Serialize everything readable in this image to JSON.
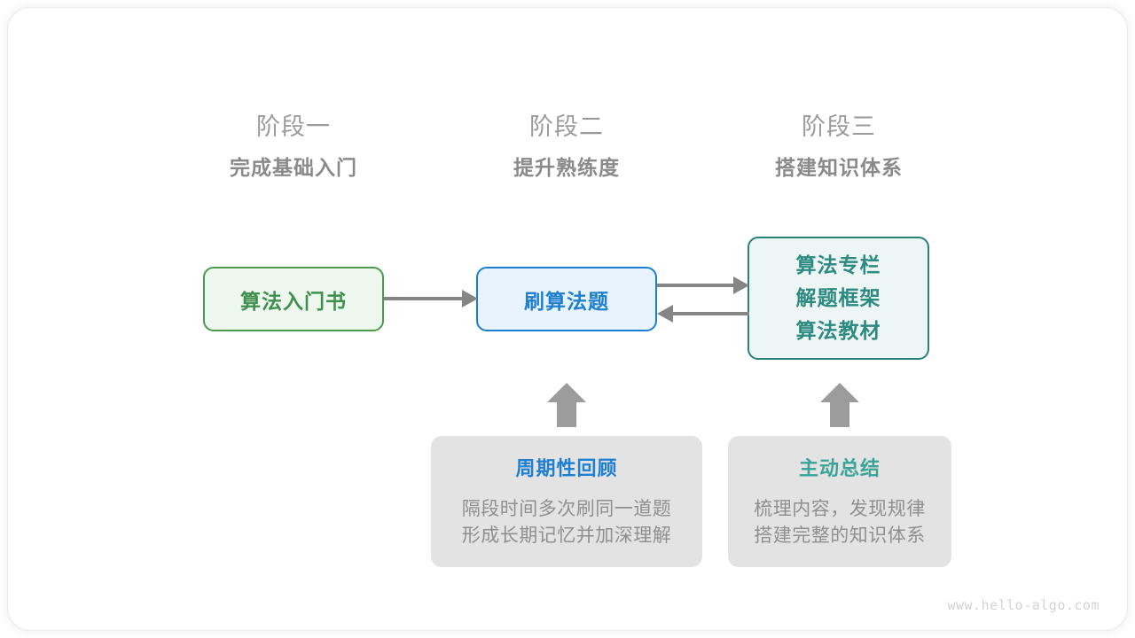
{
  "colors": {
    "green": "#3f8f4f",
    "green_border": "#4c9a4c",
    "green_bg": "#eef7ee",
    "blue": "#1f7fd0",
    "blue_border": "#1a7fd4",
    "blue_bg": "#e8f3fd",
    "teal": "#2d8a80",
    "teal_border": "#2a8179",
    "teal_bg": "#edf6f4",
    "teal_title": "#3aa597",
    "gray_arrow": "#858585",
    "gray_box_bg": "#e3e3e3",
    "gray_text": "#8f8f8f",
    "stage_num": "#9b9b9b",
    "stage_title": "#8a8a8a",
    "watermark": "#d2d2d2"
  },
  "stages": [
    {
      "num": "阶段一",
      "title": "完成基础入门"
    },
    {
      "num": "阶段二",
      "title": "提升熟练度"
    },
    {
      "num": "阶段三",
      "title": "搭建知识体系"
    }
  ],
  "flow": {
    "book": {
      "label": "算法入门书"
    },
    "drill": {
      "label": "刷算法题"
    },
    "system": {
      "line1": "算法专栏",
      "line2": "解题框架",
      "line3": "算法教材"
    }
  },
  "info": {
    "review": {
      "title": "周期性回顾",
      "body_line1": "隔段时间多次刷同一道题",
      "body_line2": "形成长期记忆并加深理解"
    },
    "summary": {
      "title": "主动总结",
      "body_line1": "梳理内容，发现规律",
      "body_line2": "搭建完整的知识体系"
    }
  },
  "watermark": "www.hello-algo.com"
}
